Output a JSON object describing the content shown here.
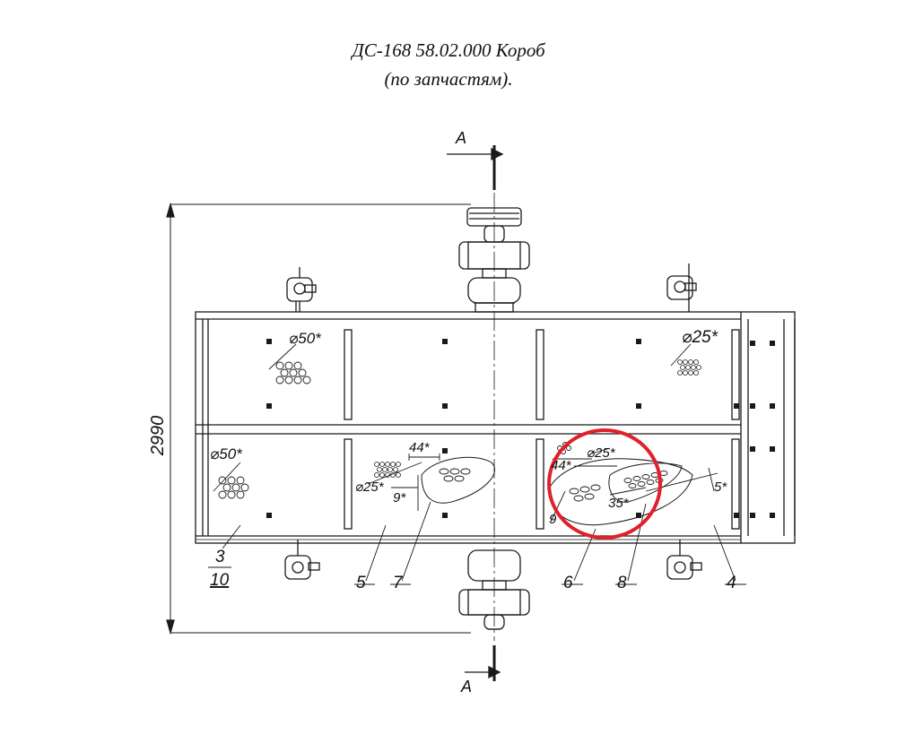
{
  "header": {
    "title_line1": "ДС-168 58.02.000 Короб",
    "title_line2": "(по запчастям)."
  },
  "section": {
    "top_label": "A",
    "bottom_label": "A"
  },
  "dimension": {
    "height": "2990"
  },
  "annotations": {
    "dia50_top": "⌀50*",
    "dia50_bottom": "⌀50*",
    "dia25_right": "⌀25*",
    "dia25_left": "⌀25*",
    "dia25_center": "⌀25*",
    "d44_left": "44*",
    "d44_center": "44*",
    "d9_left": "9*",
    "d9_center": "9",
    "d35": "35*",
    "d5": "5*"
  },
  "callouts": {
    "p3": "3",
    "p10": "10",
    "p5": "5",
    "p7": "7",
    "p6": "6",
    "p8": "8",
    "p4": "4"
  },
  "colors": {
    "line": "#1a1a1a",
    "highlight": "#e0202a"
  }
}
